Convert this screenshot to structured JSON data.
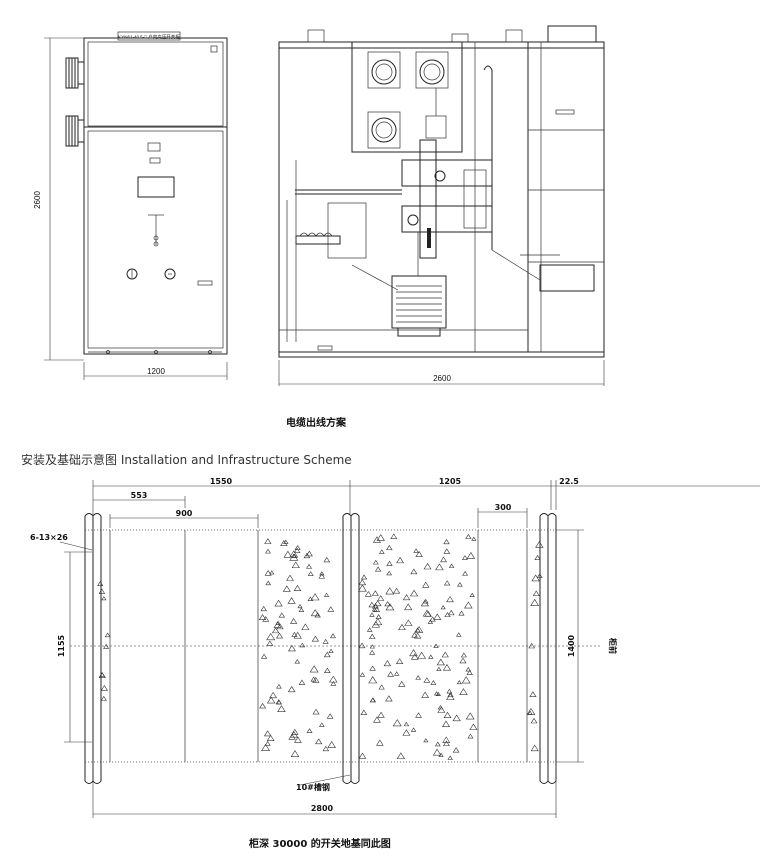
{
  "top": {
    "front_nameplate": "KYN61-40.5-□ 户内高压开关柜",
    "front_height_label": "2600",
    "front_width_label": "1200",
    "side_width_label": "2600",
    "caption": "电缆出线方案"
  },
  "section_title": "安装及基础示意图 Installation and Infrastructure Scheme",
  "bottom": {
    "dims": {
      "d1550": "1550",
      "d1205": "1205",
      "d22_5": "22.5",
      "d553": "553",
      "d900": "900",
      "d300": "300",
      "d2800": "2800",
      "d1155": "1155",
      "d1400": "1400",
      "holes": "6-13×26",
      "channel": "10#槽钢",
      "front": "柜前"
    },
    "caption": "柜深 30000 的开关地基同此图"
  }
}
